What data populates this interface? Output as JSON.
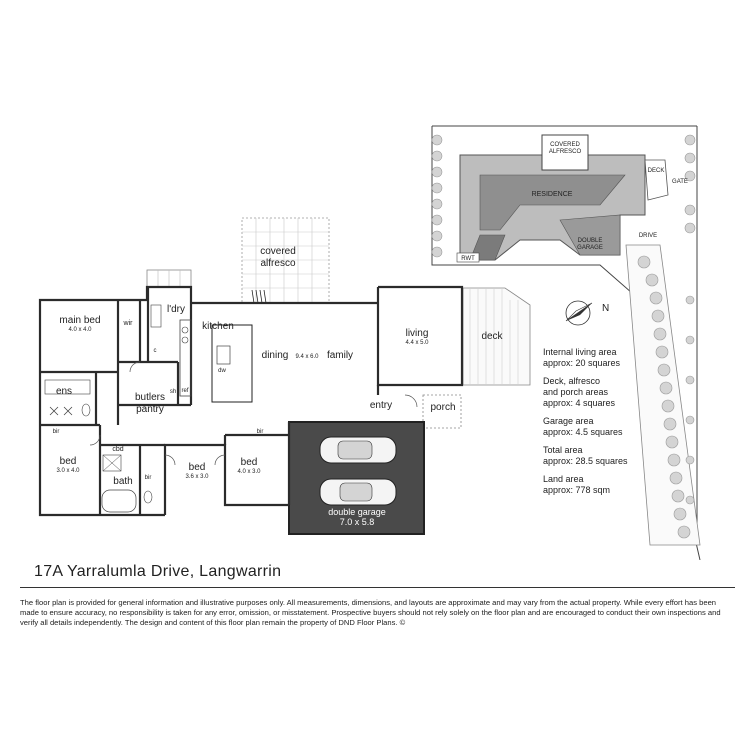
{
  "address": "17A Yarralumla Drive, Langwarrin",
  "disclaimer": "The floor plan is provided for general information and illustrative purposes only. All measurements, dimensions, and layouts are approximate and may vary from the actual property. While every effort has been made to ensure accuracy, no responsibility is taken for any error, omission, or misstatement. Prospective buyers should not rely solely on the floor plan and are encouraged to conduct their own inspections and verify all details independently. The design and content of this floor plan remain the property of DND Floor Plans. ©",
  "rooms": {
    "covered_alfresco": [
      "covered",
      "alfresco"
    ],
    "main_bed": {
      "name": "main bed",
      "size": "4.0 x 4.0"
    },
    "wir": "wir",
    "ldry": "l'dry",
    "kitchen": "kitchen",
    "c": "c",
    "ref": "ref",
    "dw": "dw",
    "sh": "sh",
    "ens": "ens",
    "butlers_pantry": [
      "butlers",
      "pantry"
    ],
    "dining": "dining",
    "dining_size": "9.4 x 6.0",
    "family": "family",
    "living": {
      "name": "living",
      "size": "4.4 x 5.0"
    },
    "deck": "deck",
    "entry": "entry",
    "porch": "porch",
    "bir_left": "bir",
    "bir_right": "bir",
    "bir_bath": "bir",
    "cbd": "cbd",
    "bath": "bath",
    "bed_left": {
      "name": "bed",
      "size": "3.0 x 4.0"
    },
    "bed_mid": {
      "name": "bed",
      "size": "3.6 x 3.0"
    },
    "bed_right": {
      "name": "bed",
      "size": "4.0 x 3.0"
    },
    "double_garage": {
      "name": "double garage",
      "size": "7.0 x 5.8"
    }
  },
  "site_plan": {
    "covered_alfresco": [
      "COVERED",
      "ALFRESCO"
    ],
    "residence": "RESIDENCE",
    "double_garage": [
      "DOUBLE",
      "GARAGE"
    ],
    "deck": "DECK",
    "gate": "GATE",
    "drive": "DRIVE",
    "rwt": "RWT"
  },
  "area_notes": [
    [
      "Internal living area",
      "approx: 20 squares"
    ],
    [
      "Deck, alfresco",
      "and porch areas",
      "approx: 4 squares"
    ],
    [
      "Garage area",
      "approx: 4.5 squares"
    ],
    [
      "Total area",
      "approx: 28.5 squares"
    ],
    [
      "Land area",
      "approx: 778 sqm"
    ]
  ],
  "compass": {
    "letter": "N"
  },
  "colors": {
    "wall": "#2b2b2b",
    "garage_fill": "#4a4a4a",
    "roof_light": "#bfbfbf",
    "roof_dark": "#8c8c8c",
    "tree": "#c8c8c8"
  }
}
